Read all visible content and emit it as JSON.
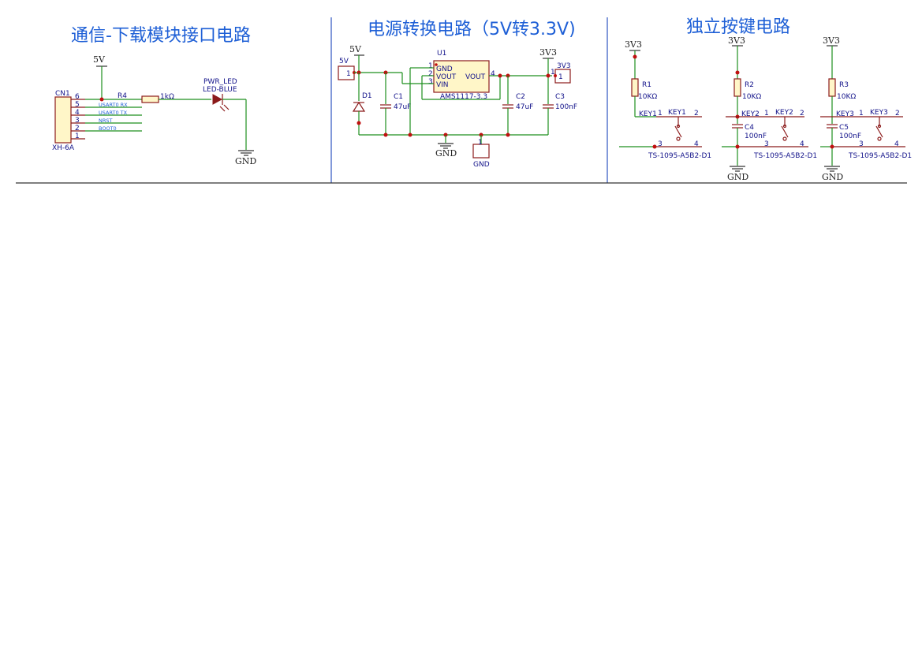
{
  "sections": {
    "comm": {
      "title": "通信-下载模块接口电路",
      "connector_ref": "CN1",
      "connector_value": "XH-6A",
      "pins": [
        "6",
        "5",
        "4",
        "3",
        "2",
        "1"
      ],
      "nets": [
        "USART0 RX",
        "USART0 TX",
        "NRST",
        "BOOT0"
      ],
      "res_ref": "R4",
      "res_value": "1kΩ",
      "led_ref": "PWR_LED",
      "led_value": "LED-BLUE",
      "supply": "5V",
      "ground": "GND"
    },
    "power": {
      "title": "电源转换电路（5V转3.3V)",
      "in_port_label": "5V",
      "in_port_pin": "1",
      "supply_in": "5V",
      "supply_out": "3V3",
      "out_port_label": "3V3",
      "out_port_pin": "1",
      "reg_ref": "U1",
      "reg_value": "AMS1117-3.3",
      "reg_pin_gnd": "GND",
      "reg_pin_vout": "VOUT",
      "reg_pin_vin": "VIN",
      "reg_pin_vout_right": "VOUT",
      "reg_pin_nums": [
        "1",
        "2",
        "3",
        "4"
      ],
      "diode_ref": "D1",
      "c1_ref": "C1",
      "c1_value": "47uF",
      "c2_ref": "C2",
      "c2_value": "47uF",
      "c3_ref": "C3",
      "c3_value": "100nF",
      "ground": "GND",
      "gnd_port_label": "GND",
      "gnd_port_pin": "1"
    },
    "keys": {
      "title": "独立按键电路",
      "supply": "3V3",
      "ground": "GND",
      "switch_value": "TS-1095-A5B2-D1",
      "r_value": "10KΩ",
      "c_value": "100nF",
      "switch_pins": [
        "1",
        "2",
        "3",
        "4"
      ],
      "key1": {
        "res_ref": "R1",
        "net": "KEY1",
        "sw_ref": "KEY1"
      },
      "key2": {
        "res_ref": "R2",
        "net": "KEY2",
        "sw_ref": "KEY2",
        "cap_ref": "C4"
      },
      "key3": {
        "res_ref": "R3",
        "net": "KEY3",
        "sw_ref": "KEY3",
        "cap_ref": "C5"
      }
    }
  },
  "colors": {
    "wire": "#1e8f1e",
    "component": "#8b1a1a",
    "junction": "#c01010",
    "title": "#1e5fd6",
    "label": "#12128a",
    "frame": "#2e55c0"
  }
}
